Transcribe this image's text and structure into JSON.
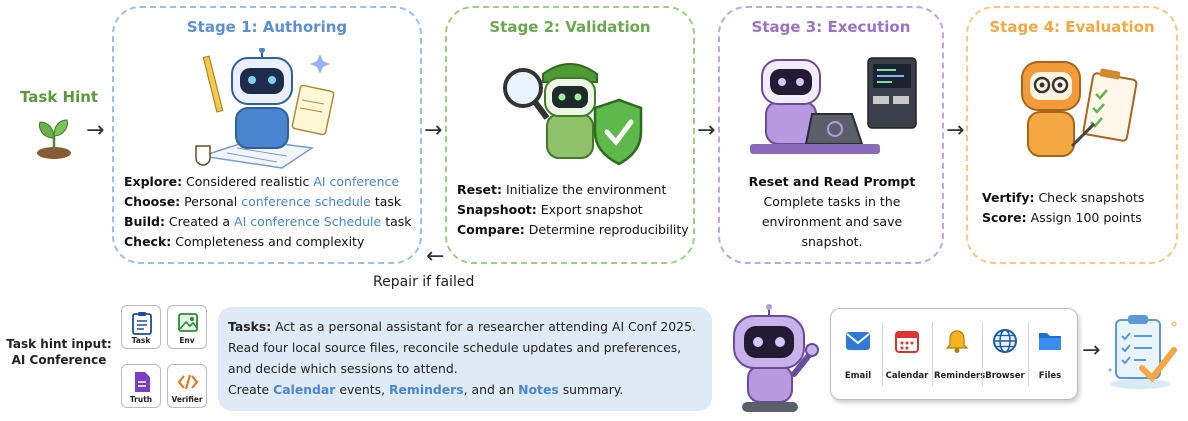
{
  "task_hint": {
    "label": "Task Hint"
  },
  "stages": [
    {
      "title": "Stage 1: Authoring",
      "color": "#5b8fd6",
      "lines": [
        {
          "key": "Explore:",
          "parts": [
            " Considered realistic ",
            "AI conference"
          ]
        },
        {
          "key": "Choose:",
          "parts": [
            " Personal ",
            "conference schedule",
            " task"
          ]
        },
        {
          "key": "Build:",
          "parts": [
            " Created a ",
            "AI conference Schedule",
            " task"
          ]
        },
        {
          "key": "Check:",
          "parts": [
            " Completeness and complexity"
          ]
        }
      ]
    },
    {
      "title": "Stage 2: Validation",
      "color": "#6aa84f",
      "lines": [
        {
          "key": "Reset:",
          "text": " Initialize the environment"
        },
        {
          "key": "Snapshoot:",
          "text": " Export snapshot"
        },
        {
          "key": "Compare:",
          "text": " Determine reproducibility"
        }
      ]
    },
    {
      "title": "Stage 3: Execution",
      "color": "#9b72c8",
      "heading": "Reset and Read Prompt",
      "text": "Complete tasks in the environment and save snapshot."
    },
    {
      "title": "Stage 4: Evaluation",
      "color": "#f5a742",
      "lines": [
        {
          "key": "Vertify:",
          "text": " Check snapshots"
        },
        {
          "key": "Score:",
          "text": " Assign 100 points"
        }
      ]
    }
  ],
  "repair": "Repair if failed",
  "task_input": {
    "label_line1": "Task hint input:",
    "label_line2": "AI  Conference",
    "tools": [
      "Task",
      "Env",
      "Truth",
      "Verifier"
    ]
  },
  "task_box": {
    "key": "Tasks:",
    "line1": " Act as a personal assistant for a researcher attending AI Conf 2025.",
    "line2": "Read four local source files, reconcile schedule updates and preferences,",
    "line3": "and decide which sessions to attend.",
    "line4_a": "Create ",
    "calendar": "Calendar",
    "line4_b": " events, ",
    "reminders": "Reminders",
    "line4_c": ", and an ",
    "notes": "Notes",
    "line4_d": " summary."
  },
  "apps": [
    "Email",
    "Calendar",
    "Reminders",
    "Browser",
    "Files"
  ]
}
